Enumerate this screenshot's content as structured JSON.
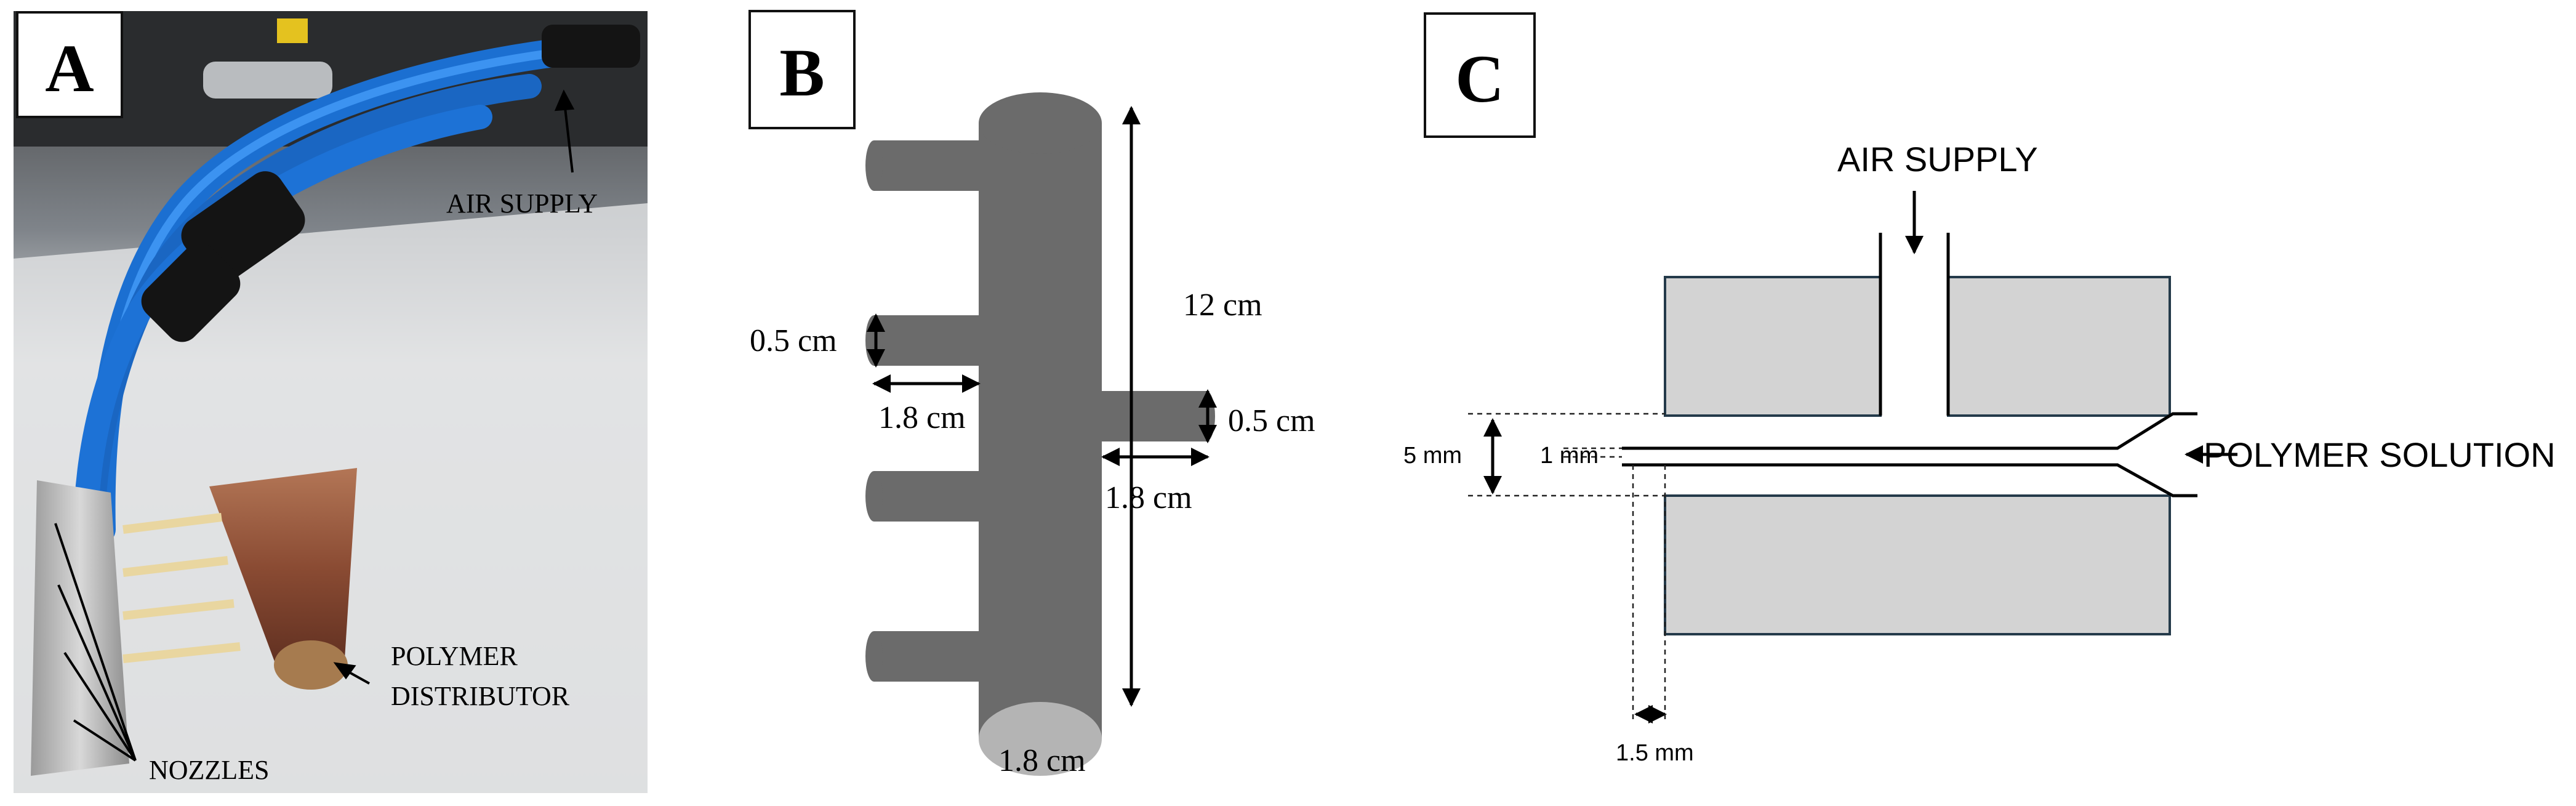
{
  "panel_a": {
    "letter": "A",
    "labels": {
      "air_supply": "AIR SUPPLY",
      "polymer_line1": "POLYMER",
      "polymer_line2": "DISTRIBUTOR",
      "nozzles": "NOZZLES"
    }
  },
  "panel_b": {
    "letter": "B",
    "dims": {
      "height": "12 cm",
      "branch_diameter_left": "0.5 cm",
      "branch_diameter_right": "0.5 cm",
      "branch_length_left": "1.8 cm",
      "branch_length_right": "1.8 cm",
      "body_diameter": "1.8 cm"
    },
    "colors": {
      "body": "#6b6b6b",
      "ellipse": "#b4b4b4"
    }
  },
  "panel_c": {
    "letter": "C",
    "labels": {
      "air_supply": "AIR SUPPLY",
      "polymer_solution": "POLYMER SOLUTION",
      "gap_total": "5 mm",
      "gap_inner": "1 mm",
      "offset": "1.5 mm"
    },
    "colors": {
      "block_fill": "#d3d3d3",
      "block_stroke": "#243a4a"
    }
  }
}
